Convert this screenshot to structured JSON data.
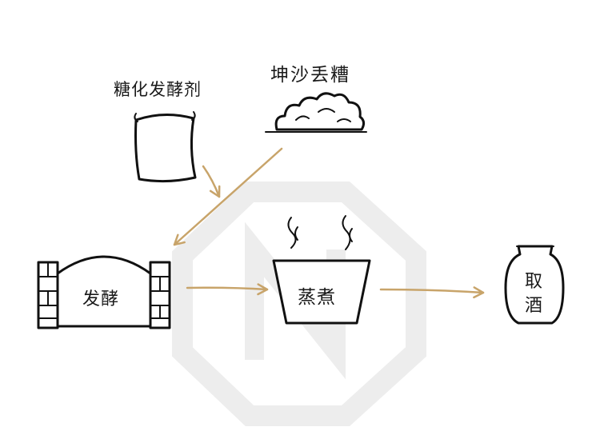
{
  "labels": {
    "saccharifying_agent": "糖化发酵剂",
    "kunsha_lees": "坤沙丢糟",
    "fermentation": "发酵",
    "steaming": "蒸煮",
    "liquor_top": "取",
    "liquor_bottom": "酒"
  },
  "colors": {
    "arrow": "#c8a46a",
    "ink": "#111111",
    "watermark": "#ebebeb"
  },
  "icons": [
    "sack-icon",
    "lees-pile-icon",
    "fermentation-pit-icon",
    "steamer-pot-icon",
    "steam-icon",
    "liquor-jar-icon",
    "watermark-logo"
  ]
}
